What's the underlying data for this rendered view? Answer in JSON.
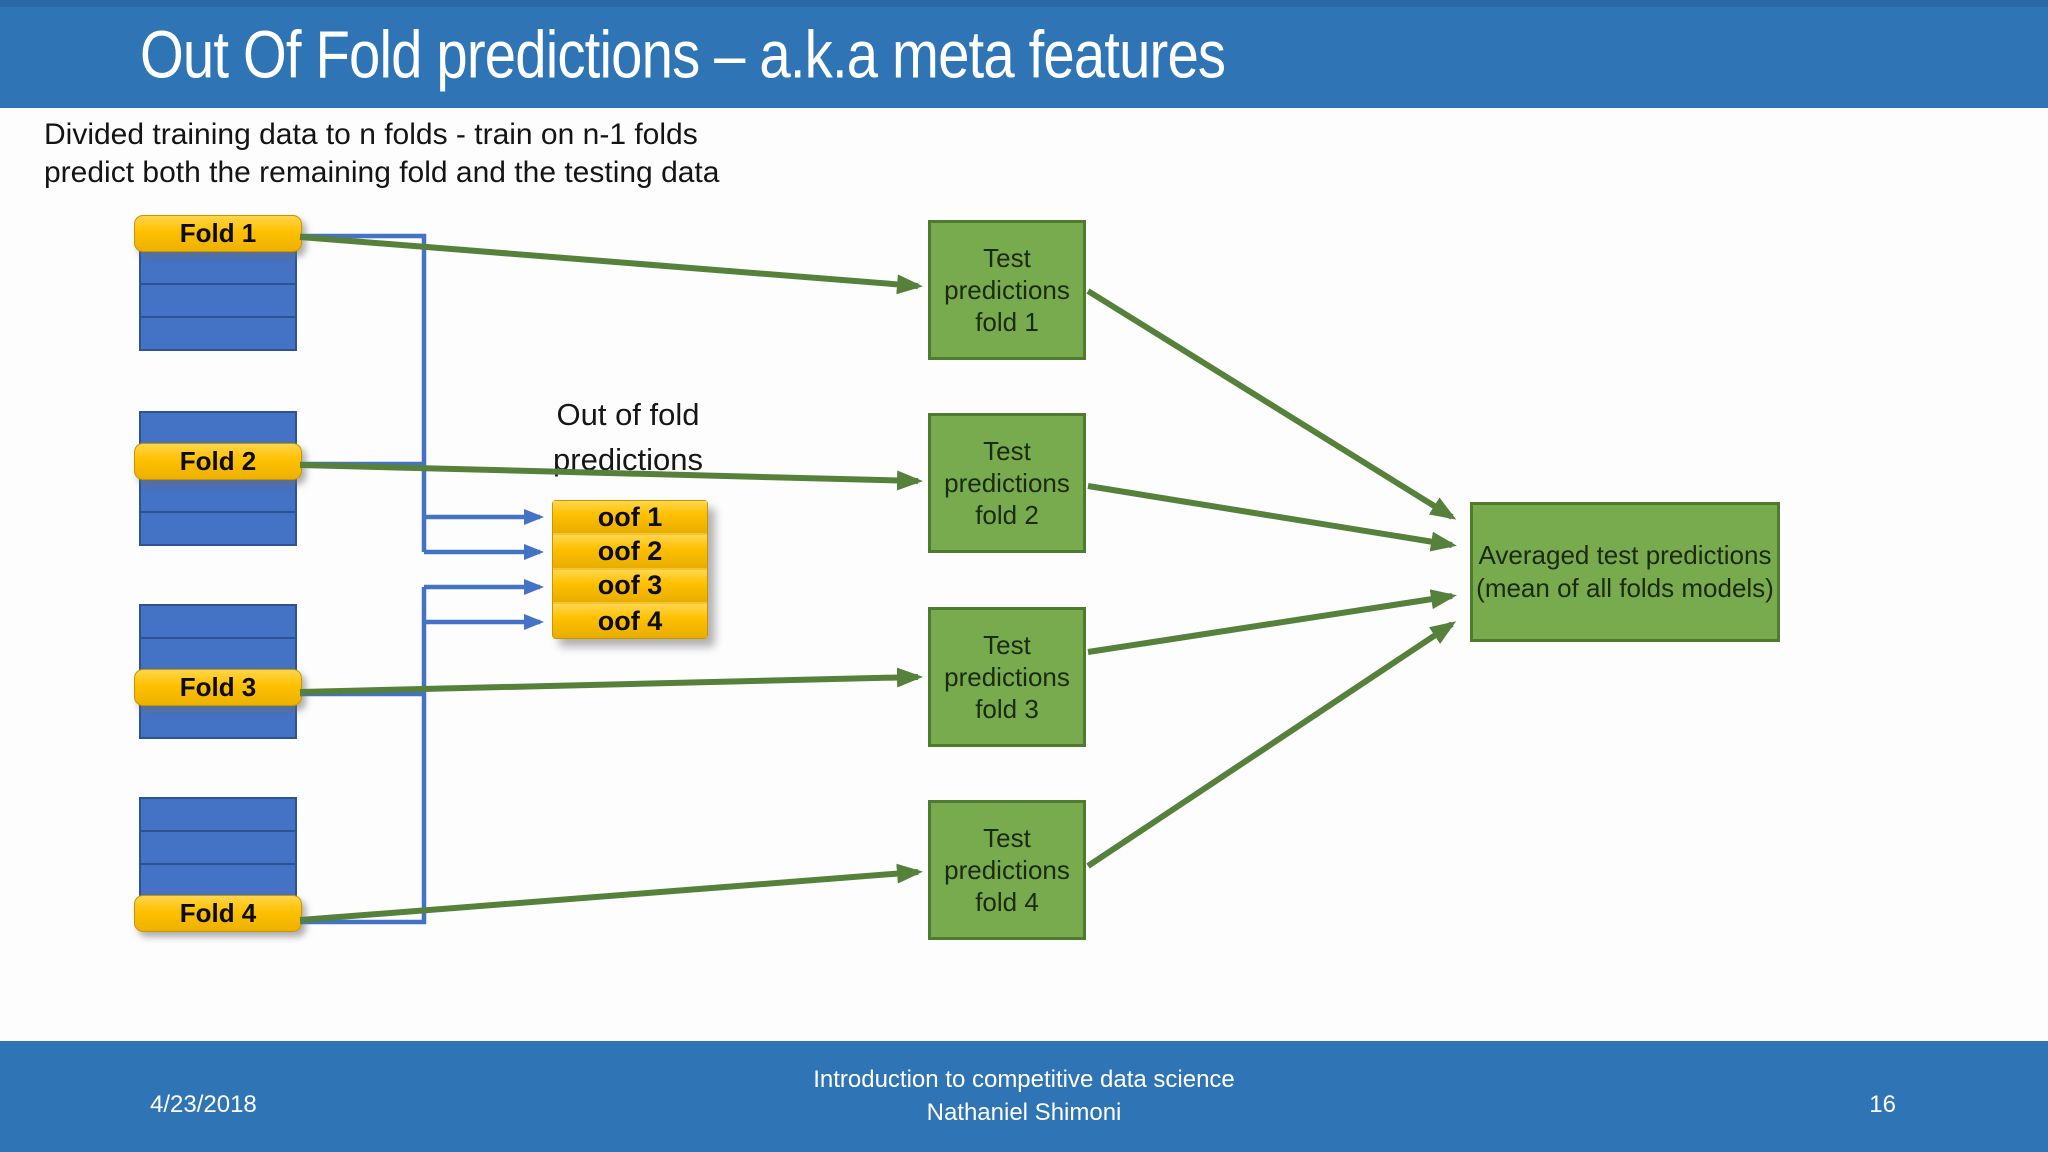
{
  "slide": {
    "title": "Out Of Fold predictions – a.k.a meta features",
    "subtitle_line1": "Divided training data to n folds - train on n-1 folds",
    "subtitle_line2": "predict both the remaining fold and the testing data"
  },
  "folds": [
    {
      "label": "Fold 1"
    },
    {
      "label": "Fold 2"
    },
    {
      "label": "Fold 3"
    },
    {
      "label": "Fold 4"
    }
  ],
  "oof": {
    "caption_line1": "Out of fold",
    "caption_line2": "predictions",
    "items": [
      "oof 1",
      "oof 2",
      "oof 3",
      "oof 4"
    ]
  },
  "test_boxes": [
    {
      "lines": [
        "Test",
        "predictions",
        "fold 1"
      ]
    },
    {
      "lines": [
        "Test",
        "predictions",
        "fold 2"
      ]
    },
    {
      "lines": [
        "Test",
        "predictions",
        "fold 3"
      ]
    },
    {
      "lines": [
        "Test",
        "predictions",
        "fold 4"
      ]
    }
  ],
  "averaged_box": {
    "line1": "Averaged test predictions",
    "line2": "(mean of all folds models)"
  },
  "footer": {
    "date": "4/23/2018",
    "course_line1": "Introduction to competitive data science",
    "course_line2": "Nathaniel Shimoni",
    "page_number": "16"
  },
  "colors": {
    "header_blue": "#2f75b6",
    "fold_blue": "#4472c4",
    "fold_blue_border": "#2e5395",
    "accent_yellow": "#ffc000",
    "box_green": "#78ab4e",
    "box_green_border": "#4f7b2f",
    "arrow_green": "#55813a",
    "arrow_blue": "#4472c4"
  }
}
